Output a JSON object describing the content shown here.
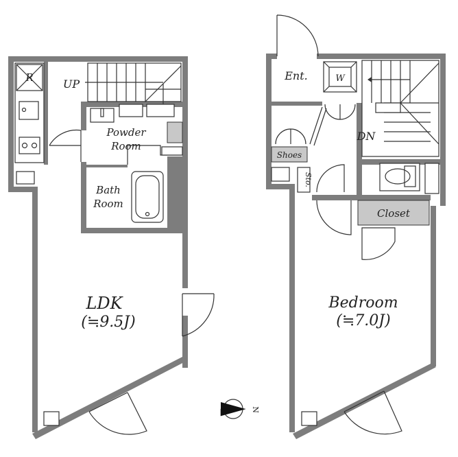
{
  "floor1": {
    "fridge_label": "R",
    "stair_label": "UP",
    "powder_room": [
      "Powder",
      "Room"
    ],
    "bath_room": [
      "Bath",
      "Room"
    ],
    "ldk_name": "LDK",
    "ldk_size": "(≒9.5J)"
  },
  "floor2": {
    "entrance_label": "Ent.",
    "washer_label": "W",
    "stair_label": "DN",
    "shoes_label": "Shoes",
    "storage_label": "Sto.",
    "closet_label": "Closet",
    "bedroom_name": "Bedroom",
    "bedroom_size": "(≒7.0J)"
  },
  "compass": {
    "north_label": "N"
  }
}
